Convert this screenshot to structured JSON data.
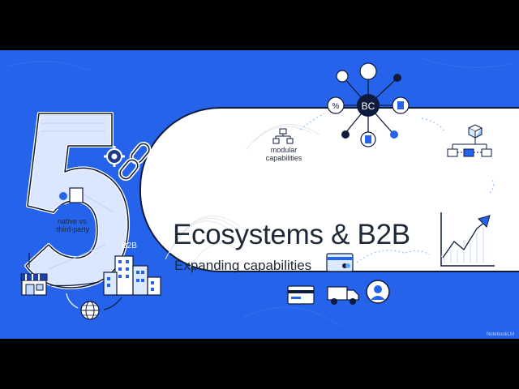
{
  "slide": {
    "title": "Ecosystems & B2B",
    "subtitle": "Expanding capabilities",
    "big_number": "5",
    "labels": {
      "modular": "modular\ncapabilities",
      "native": "native vs.\nthird-party",
      "b2b": "B2B",
      "hub_logo": "BC"
    },
    "watermark": "NotebookLM"
  },
  "colors": {
    "slide_blue": "#2563eb",
    "card_white": "#ffffff",
    "ink": "#0f1b3d",
    "accent_blue": "#3b82f6"
  },
  "icons": [
    "gear-icon",
    "chain-link-icon",
    "people-icon",
    "storefront-icon",
    "office-buildings-icon",
    "globe-icon",
    "hub-network-icon",
    "modular-blocks-icon",
    "flowchart-icon",
    "growth-chart-icon",
    "credit-card-icon",
    "delivery-truck-icon",
    "user-avatar-icon"
  ]
}
